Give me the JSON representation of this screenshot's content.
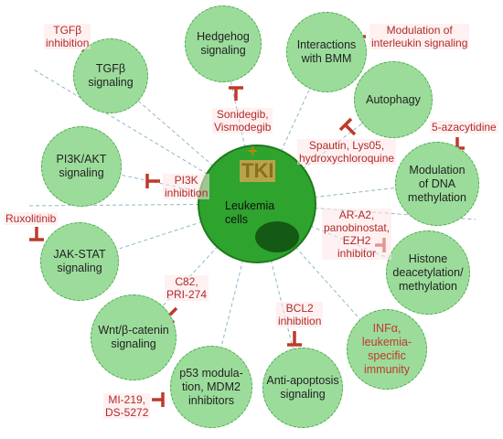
{
  "center": {
    "plus": "+",
    "tki": "TKI",
    "cells": "Leukemia\ncells"
  },
  "nodes": [
    {
      "id": "tgfb",
      "label": "TGFβ\nsignaling"
    },
    {
      "id": "hedgehog",
      "label": "Hedgehog\nsignaling"
    },
    {
      "id": "bmm",
      "label": "Interactions\nwith BMM"
    },
    {
      "id": "autophagy",
      "label": "Autophagy"
    },
    {
      "id": "dna",
      "label": "Modulation\nof DNA\nmethylation"
    },
    {
      "id": "histone",
      "label": "Histone\ndeacetylation/\nmethylation"
    },
    {
      "id": "infa",
      "label": "INFα,\nleukemia-\nspecific\nimmunity"
    },
    {
      "id": "antiapop",
      "label": "Anti-apoptosis\nsignaling"
    },
    {
      "id": "p53",
      "label": "p53 modula-\ntion, MDM2\ninhibitors"
    },
    {
      "id": "wnt",
      "label": "Wnt/β-catenin\nsignaling"
    },
    {
      "id": "jak",
      "label": "JAK-STAT\nsignaling"
    },
    {
      "id": "pi3k",
      "label": "PI3K/AKT\nsignaling"
    }
  ],
  "inhibitors": [
    {
      "id": "tgfb_inh",
      "label": "TGFβ\ninhibition"
    },
    {
      "id": "hh_inh",
      "label": "Sonidegib,\nVismodegib"
    },
    {
      "id": "il_inh",
      "label": "Modulation of\ninterleukin signaling"
    },
    {
      "id": "auto_inh",
      "label": "Spautin, Lys05,\nhydroxychloroquine"
    },
    {
      "id": "dna_inh",
      "label": "5-azacytidine"
    },
    {
      "id": "hist_inh",
      "label": "AR-A2,\npanobinostat,\nEZH2\ninhibitor"
    },
    {
      "id": "bcl2_inh",
      "label": "BCL2\ninhibition"
    },
    {
      "id": "p53_inh",
      "label": "MI-219,\nDS-5272"
    },
    {
      "id": "wnt_inh",
      "label": "C82,\nPRI-274"
    },
    {
      "id": "jak_inh",
      "label": "Ruxolitinib"
    },
    {
      "id": "pi3k_inh",
      "label": "PI3K\ninhibition"
    }
  ],
  "colors": {
    "node_fill": "#9bdc9b",
    "center_fill": "#2ea32e",
    "inhibitor": "#c0392b",
    "spoke": "#8fb8c8"
  }
}
